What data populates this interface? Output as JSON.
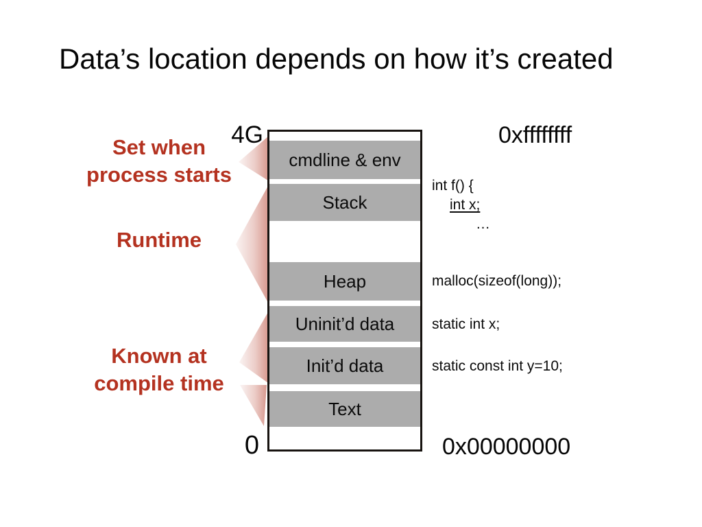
{
  "slide": {
    "title": "Data’s location depends on how it’s created"
  },
  "memory_box": {
    "top_label": "4G",
    "bottom_label": "0",
    "top_address": "0xffffffff",
    "bottom_address": "0x00000000",
    "segments": [
      {
        "label": "cmdline & env"
      },
      {
        "label": "Stack"
      },
      {
        "label": "Heap"
      },
      {
        "label": "Uninit’d data"
      },
      {
        "label": "Init’d data"
      },
      {
        "label": "Text"
      }
    ]
  },
  "left_labels": {
    "set_when": {
      "line1": "Set when",
      "line2": "process starts"
    },
    "runtime": {
      "text": "Runtime"
    },
    "known_at": {
      "line1": "Known at",
      "line2": "compile time"
    }
  },
  "code_annotations": {
    "stack": {
      "line1": "int f() {",
      "line2": "int x;",
      "line3": "…"
    },
    "heap": "malloc(sizeof(long));",
    "uninit_data": "static int x;",
    "init_data": "static const int y=10;"
  },
  "colors": {
    "label_red": "#b43220",
    "segment_gray": "#acacac",
    "box_border": "#171310",
    "arrow_pink": "#c05a4a"
  }
}
